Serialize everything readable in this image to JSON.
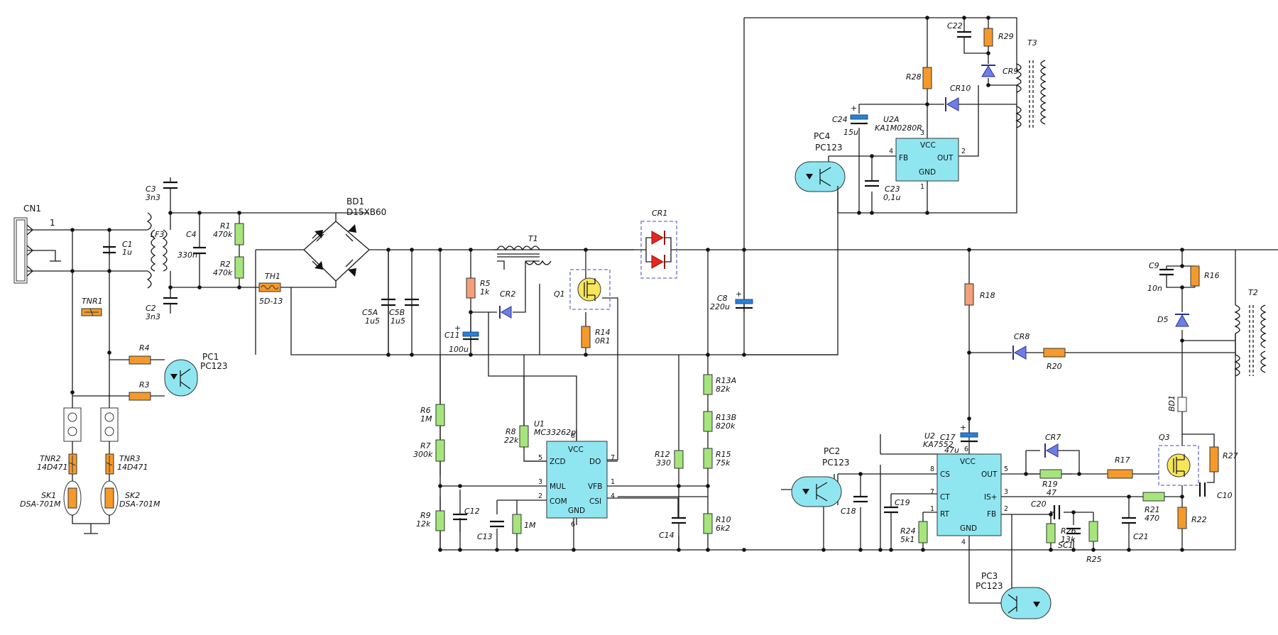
{
  "connector": {
    "ref": "CN1",
    "pin": "1"
  },
  "components": {
    "C1": {
      "ref": "C1",
      "value": "1u"
    },
    "C2": {
      "ref": "C2",
      "value": "3n3"
    },
    "C3": {
      "ref": "C3",
      "value": "3n3"
    },
    "C4": {
      "ref": "C4",
      "value": "330n"
    },
    "LF3": {
      "ref": "LF3"
    },
    "R1": {
      "ref": "R1",
      "value": "470k"
    },
    "R2": {
      "ref": "R2",
      "value": "470k"
    },
    "TH1": {
      "ref": "TH1",
      "value": "5D-13"
    },
    "BD1": {
      "ref": "BD1",
      "value": "D15XB60"
    },
    "TNR1": {
      "ref": "TNR1"
    },
    "R4": {
      "ref": "R4"
    },
    "R3": {
      "ref": "R3"
    },
    "PC1": {
      "ref": "PC1",
      "value": "PC123"
    },
    "TNR2": {
      "ref": "TNR2",
      "value": "14D471"
    },
    "TNR3": {
      "ref": "TNR3",
      "value": "14D471"
    },
    "SK1": {
      "ref": "SK1",
      "value": "DSA-701M"
    },
    "SK2": {
      "ref": "SK2",
      "value": "DSA-701M"
    },
    "C5A": {
      "ref": "C5A",
      "value": "1u5"
    },
    "C5B": {
      "ref": "C5B",
      "value": "1u5"
    },
    "R5": {
      "ref": "R5",
      "value": "1k"
    },
    "CR2": {
      "ref": "CR2"
    },
    "C11": {
      "ref": "C11",
      "value": "100u"
    },
    "T1": {
      "ref": "T1"
    },
    "Q1": {
      "ref": "Q1"
    },
    "R14": {
      "ref": "R14",
      "value": "0R1"
    },
    "CR1": {
      "ref": "CR1"
    },
    "C8": {
      "ref": "C8",
      "value": "220u"
    },
    "R6": {
      "ref": "R6",
      "value": "1M"
    },
    "R7": {
      "ref": "R7",
      "value": "300k"
    },
    "R9": {
      "ref": "R9",
      "value": "12k"
    },
    "C12": {
      "ref": "C12"
    },
    "C13": {
      "ref": "C13"
    },
    "R8": {
      "ref": "R8",
      "value": "22k"
    },
    "RM": {
      "value": "1M"
    },
    "U1": {
      "ref": "U1",
      "value": "MC33262p"
    },
    "R12": {
      "ref": "R12",
      "value": "330"
    },
    "C14": {
      "ref": "C14"
    },
    "R13A": {
      "ref": "R13A",
      "value": "82k"
    },
    "R13B": {
      "ref": "R13B",
      "value": "820k"
    },
    "R15": {
      "ref": "R15",
      "value": "75k"
    },
    "R10": {
      "ref": "R10",
      "value": "6k2"
    },
    "C22": {
      "ref": "C22"
    },
    "R29": {
      "ref": "R29"
    },
    "CR9": {
      "ref": "CR9"
    },
    "T3": {
      "ref": "T3"
    },
    "R28": {
      "ref": "R28"
    },
    "CR10": {
      "ref": "CR10"
    },
    "C24": {
      "ref": "C24",
      "value": "15u"
    },
    "U2A": {
      "ref": "U2A",
      "value": "KA1M0280R"
    },
    "PC4": {
      "ref": "PC4",
      "value": "PC123"
    },
    "C23": {
      "ref": "C23",
      "value": "0,1u"
    },
    "R18": {
      "ref": "R18"
    },
    "C9": {
      "ref": "C9",
      "value": "10n"
    },
    "R16": {
      "ref": "R16"
    },
    "T2": {
      "ref": "T2"
    },
    "D5": {
      "ref": "D5"
    },
    "CR8": {
      "ref": "CR8"
    },
    "R20": {
      "ref": "R20"
    },
    "BD1b": {
      "ref": "BD1"
    },
    "C17": {
      "ref": "C17",
      "value": "47u"
    },
    "U2": {
      "ref": "U2",
      "value": "KA7552"
    },
    "PC2": {
      "ref": "PC2",
      "value": "PC123"
    },
    "CR7": {
      "ref": "CR7"
    },
    "R19": {
      "ref": "R19",
      "value": "47"
    },
    "R17": {
      "ref": "R17"
    },
    "Q3": {
      "ref": "Q3"
    },
    "R27": {
      "ref": "R27"
    },
    "C10": {
      "ref": "C10"
    },
    "C18": {
      "ref": "C18"
    },
    "C19": {
      "ref": "C19"
    },
    "R24": {
      "ref": "R24",
      "value": "5k1"
    },
    "C20": {
      "ref": "C20"
    },
    "R26": {
      "ref": "R26",
      "value": "13k"
    },
    "SC1": {
      "ref": "SC1"
    },
    "R25": {
      "ref": "R25"
    },
    "C21": {
      "ref": "C21"
    },
    "R21": {
      "ref": "R21",
      "value": "470"
    },
    "R22": {
      "ref": "R22"
    },
    "PC3": {
      "ref": "PC3",
      "value": "PC123"
    }
  },
  "ics": {
    "U1": {
      "pins": {
        "VCC": "VCC",
        "ZCD": "ZCD",
        "DO": "DO",
        "MUL": "MUL",
        "VFB": "VFB",
        "COM": "COM",
        "CSI": "CSI",
        "GND": "GND"
      },
      "nums": {
        "p8": "8",
        "p5": "5",
        "p7": "7",
        "p3": "3",
        "p1": "1",
        "p2": "2",
        "p4": "4",
        "p6": "6"
      }
    },
    "U2A": {
      "pins": {
        "VCC": "VCC",
        "FB": "FB",
        "OUT": "OUT",
        "GND": "GND"
      },
      "nums": {
        "p3": "3",
        "p4": "4",
        "p2": "2",
        "p1": "1"
      }
    },
    "U2": {
      "pins": {
        "VCC": "VCC",
        "CS": "CS",
        "OUT": "OUT",
        "CT": "CT",
        "ISP": "IS+",
        "RT": "RT",
        "FB": "FB",
        "GND": "GND"
      },
      "nums": {
        "p6": "6",
        "p8": "8",
        "p5": "5",
        "p7": "7",
        "p3": "3",
        "p1": "1",
        "p2": "2",
        "p4": "4"
      }
    }
  },
  "colors": {
    "resistor_a": "#a6e57c",
    "resistor_b": "#f59a2a",
    "ic": "#8fe6f0",
    "diode": "#6d7fe6",
    "diode_red": "#e6271d",
    "mosfet": "#f7e65a",
    "electrolytic": "#2a7fd8"
  }
}
